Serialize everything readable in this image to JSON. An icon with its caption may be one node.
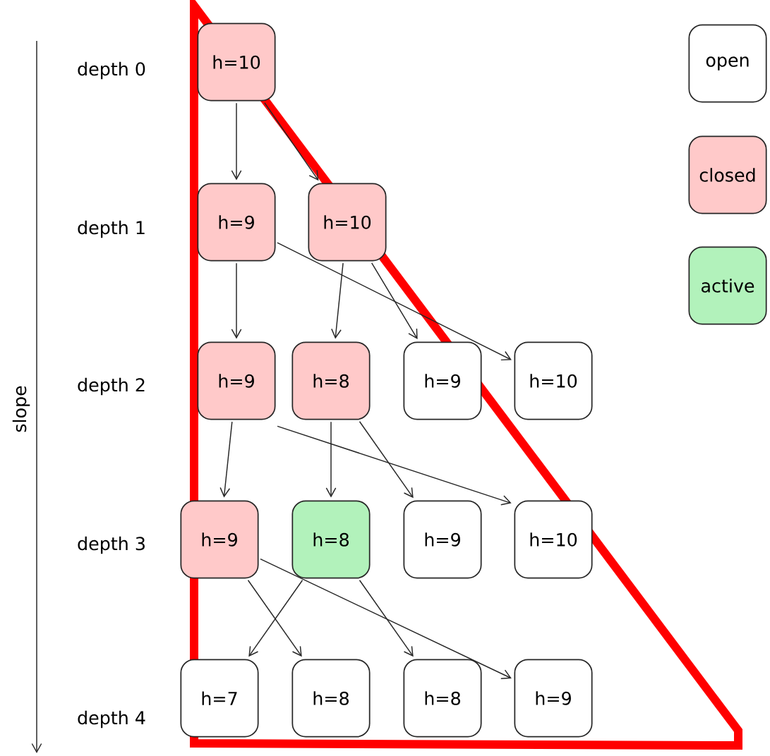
{
  "diagram": {
    "nodes": [
      {
        "text": [
          "h=10"
        ]
      },
      {
        "text": [
          "h=9"
        ]
      },
      {
        "text": [
          "h=10"
        ]
      },
      {
        "text": [
          "h=9"
        ]
      },
      {
        "text": [
          "h=8"
        ]
      },
      {
        "text": [
          "h=9"
        ]
      },
      {
        "text": [
          "h=10"
        ]
      },
      {
        "text": [
          "h=9"
        ]
      },
      {
        "text": [
          "h=8"
        ]
      },
      {
        "text": [
          "h=9"
        ]
      },
      {
        "text": [
          "h=10"
        ]
      },
      {
        "text": [
          "h=7"
        ]
      },
      {
        "text": [
          "h=8"
        ]
      },
      {
        "text": [
          "h=8"
        ]
      },
      {
        "text": [
          "h=9"
        ]
      }
    ],
    "edges": [
      {
        "from": 0,
        "to": 1,
        "arrow": "to"
      },
      {
        "from": 0,
        "to": 2,
        "arrow": "to"
      },
      {
        "from": 1,
        "to": 3,
        "arrow": "to"
      },
      {
        "from": 1,
        "to": 6,
        "arrow": "to"
      },
      {
        "from": 2,
        "to": 4,
        "arrow": "to"
      },
      {
        "from": 2,
        "to": 5,
        "arrow": "to"
      },
      {
        "from": 3,
        "to": 7,
        "arrow": "to"
      },
      {
        "from": 3,
        "to": 10,
        "arrow": "to"
      },
      {
        "from": 4,
        "to": 8,
        "arrow": "to"
      },
      {
        "from": 4,
        "to": 9,
        "arrow": "to"
      },
      {
        "from": 7,
        "to": 12,
        "arrow": "to"
      },
      {
        "from": 7,
        "to": 14,
        "arrow": "to"
      },
      {
        "from": 8,
        "to": 11,
        "arrow": "to"
      },
      {
        "from": 8,
        "to": 13,
        "arrow": "to"
      }
    ],
    "labels": [
      "depth 0",
      "depth 1",
      "depth 2",
      "depth 3",
      "depth 4",
      "slope"
    ],
    "legend": [
      {
        "text": "open"
      },
      {
        "text": "closed",
        "color": "#ffc9c9"
      },
      {
        "text": "active",
        "color": "#b2f2bb"
      }
    ]
  }
}
